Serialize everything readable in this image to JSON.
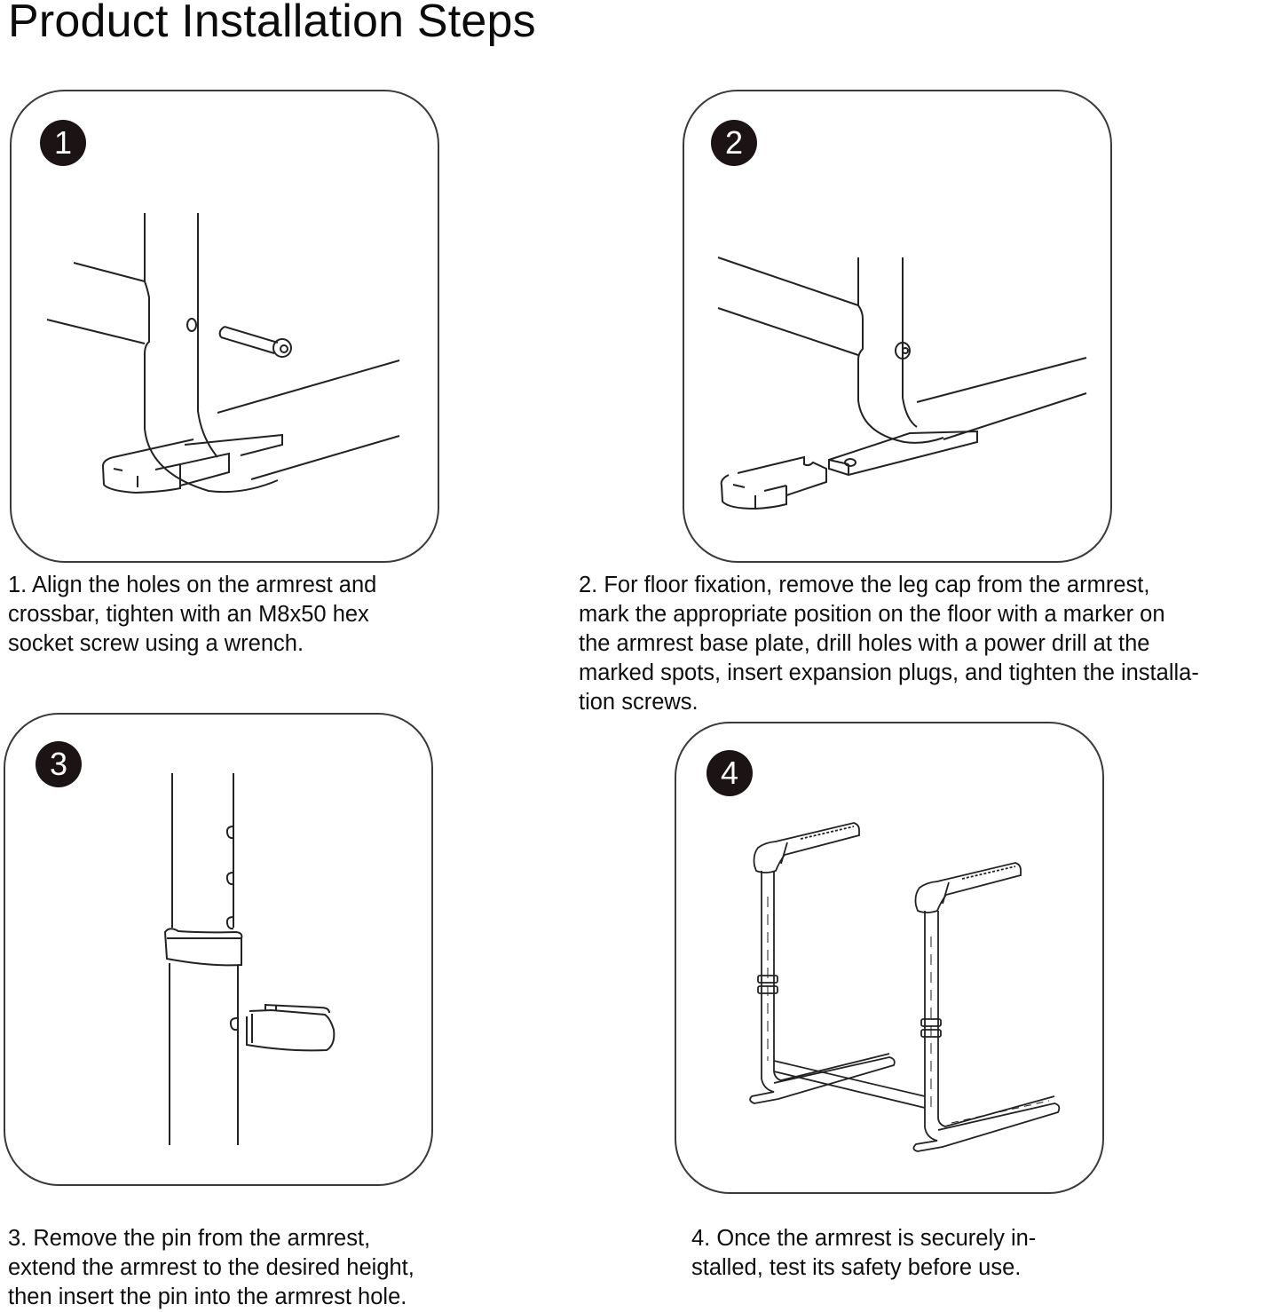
{
  "page": {
    "title": "Product Installation Steps"
  },
  "steps": [
    {
      "number": "1",
      "icon": "armrest-crossbar-screw-illustration",
      "caption_lines": [
        "1. Align the holes on the armrest and",
        "crossbar, tighten with an M8x50 hex",
        "socket screw using a wrench."
      ]
    },
    {
      "number": "2",
      "icon": "leg-cap-base-plate-illustration",
      "caption_lines": [
        "2. For floor fixation, remove the leg cap from the armrest,",
        "mark the appropriate position on the floor with a marker on",
        "the armrest base plate, drill holes with a power drill at the",
        "marked spots, insert expansion plugs, and tighten the installa-",
        "tion screws."
      ]
    },
    {
      "number": "3",
      "icon": "height-adjust-pin-illustration",
      "caption_lines": [
        "3. Remove the pin from the armrest,",
        "extend the armrest to the desired height,",
        "then insert the pin into the armrest hole."
      ]
    },
    {
      "number": "4",
      "icon": "assembled-armrest-frame-illustration",
      "caption_lines": [
        "4. Once the armrest is securely in-",
        "stalled, test its safety before use."
      ]
    }
  ]
}
